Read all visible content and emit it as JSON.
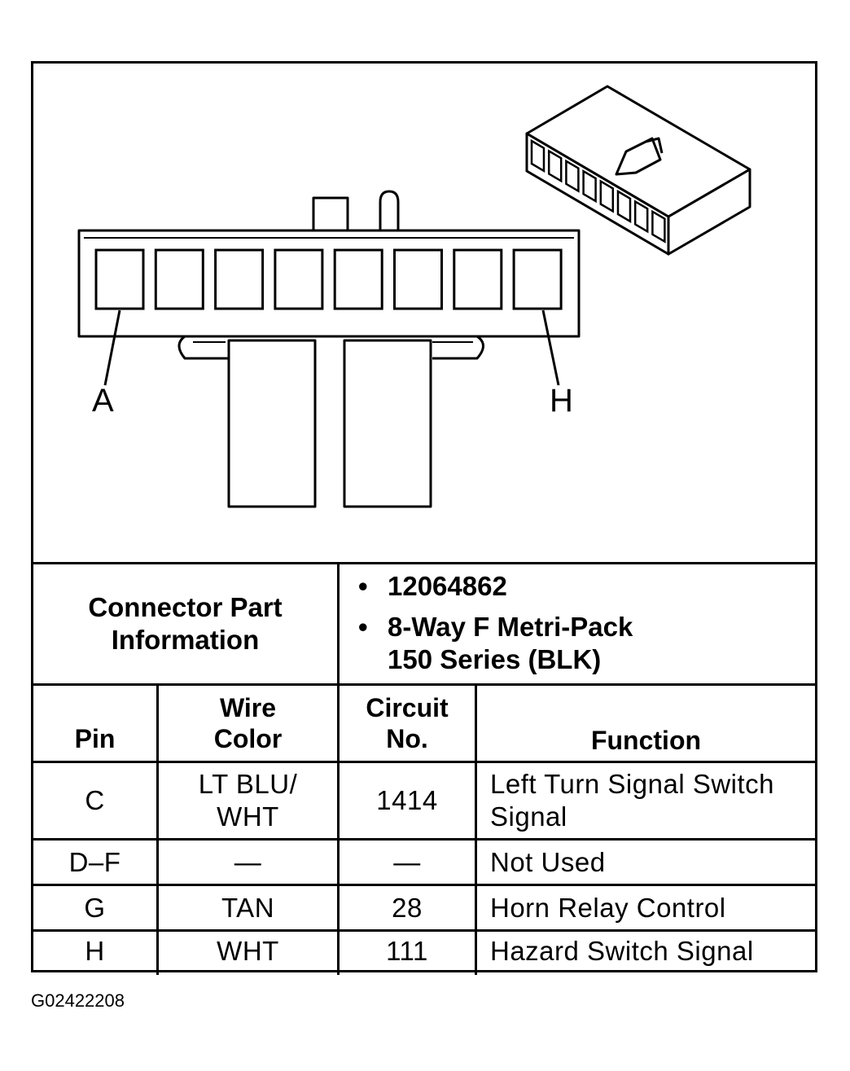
{
  "diagram": {
    "pin_label_a": "A",
    "pin_label_h": "H",
    "cavity_count": 8
  },
  "part_info": {
    "label": "Connector Part Information",
    "bullet_symbol": "•",
    "items": [
      "12064862",
      "8-Way F Metri-Pack 150 Series (BLK)"
    ]
  },
  "table": {
    "headers": {
      "pin": "Pin",
      "wire_color": "Wire Color",
      "circuit_no": "Circuit No.",
      "function": "Function"
    },
    "rows": [
      {
        "pin": "C",
        "wire_color": "LT BLU/ WHT",
        "circuit_no": "1414",
        "function": "Left Turn Signal Switch Signal"
      },
      {
        "pin": "D–F",
        "wire_color": "—",
        "circuit_no": "—",
        "function": "Not Used"
      },
      {
        "pin": "G",
        "wire_color": "TAN",
        "circuit_no": "28",
        "function": "Horn Relay Control"
      },
      {
        "pin": "H",
        "wire_color": "WHT",
        "circuit_no": "111",
        "function": "Hazard Switch Signal"
      }
    ]
  },
  "figure_id": "G02422208"
}
